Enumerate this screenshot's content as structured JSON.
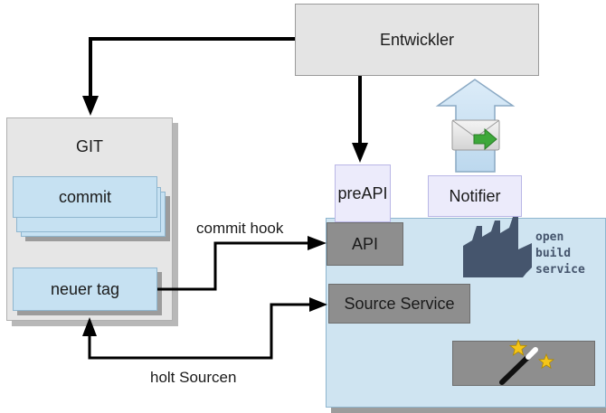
{
  "nodes": {
    "entwickler": "Entwickler",
    "git": "GIT",
    "commit": "commit",
    "neuer_tag": "neuer tag",
    "preapi": "preAPI",
    "notifier": "Notifier",
    "api": "API",
    "source_service": "Source Service"
  },
  "edges": {
    "commit_hook": "commit hook",
    "holt_sourcen": "holt Sourcen"
  },
  "logo": {
    "text_lines": [
      "open",
      "build",
      "service"
    ],
    "icon": "factory-icon"
  },
  "icons": [
    "envelope-icon",
    "up-arrow-icon",
    "magic-wand-icon"
  ],
  "colors": {
    "box_blue": "#cfe4f1",
    "box_gray": "#8e8e8e",
    "box_light_gray": "#e4e4e4",
    "box_lavender": "#ecebfb",
    "arrow": "#000000",
    "logo": "#45556d"
  }
}
